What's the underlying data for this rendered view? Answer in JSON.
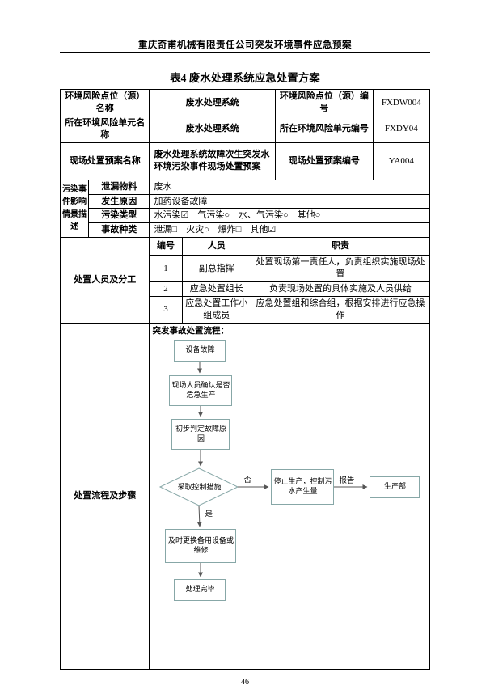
{
  "header": {
    "title": "重庆奇甫机械有限责任公司突发环境事件应急预案"
  },
  "table": {
    "title": "表4 废水处理系统应急处置方案",
    "row1": {
      "label": "环境风险点位（源）名称",
      "value": "废水处理系统",
      "label2": "环境风险点位（源）编号",
      "value2": "FXDW004"
    },
    "row2": {
      "label": "所在环境风险单元名称",
      "value": "废水处理系统",
      "label2": "所在环境风险单元编号",
      "value2": "FXDY04"
    },
    "row3": {
      "label": "现场处置预案名称",
      "value": "废水处理系统故障次生突发水环境污染事件现场处置预案",
      "label2": "现场处置预案编号",
      "value2": "YA004"
    },
    "impact": {
      "label": "污染事件影响情景描述",
      "rows": [
        {
          "name": "泄漏物料",
          "value": "废水"
        },
        {
          "name": "发生原因",
          "value": "加药设备故障"
        },
        {
          "name": "污染类型",
          "value": "水污染☑　气污染○　水、气污染○　其他○"
        },
        {
          "name": "事故种类",
          "value": "泄漏□　火灾○　爆炸□　其他☑"
        }
      ]
    },
    "personnel": {
      "label": "处置人员及分工",
      "headers": {
        "no": "编号",
        "person": "人员",
        "duty": "职责"
      },
      "rows": [
        {
          "no": "1",
          "person": "副总指挥",
          "duty": "处置现场第一责任人，负责组织实施现场处置"
        },
        {
          "no": "2",
          "person": "应急处置组长",
          "duty": "负责现场处置的具体实施及人员供给"
        },
        {
          "no": "3",
          "person": "应急处置工作小组成员",
          "duty": "应急处置组和综合组，根据安排进行应急操作"
        }
      ]
    },
    "flow": {
      "label": "处置流程及步骤",
      "title": "突发事故处置流程：",
      "nodes": {
        "n1": "设备故障",
        "n2": "现场人员确认是否危急生产",
        "n3": "初步判定故障原因",
        "d1": "采取控制措施",
        "n4": "停止生产，控制污水产生量",
        "n5": "生产部",
        "n6": "及时更换备用设备或维修",
        "n7": "处理完毕"
      },
      "edges": {
        "no": "否",
        "yes": "是",
        "report": "报告"
      }
    }
  },
  "footer": {
    "page_number": "46"
  }
}
